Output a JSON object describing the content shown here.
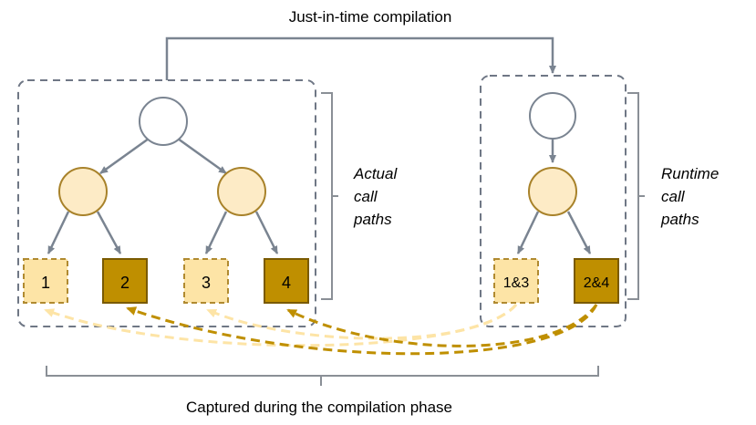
{
  "title": "Just-in-time compilation",
  "footer": "Captured during the compilation phase",
  "left_label": {
    "lines": [
      "Actual",
      "call",
      "paths"
    ]
  },
  "right_label": {
    "lines": [
      "Runtime",
      "call",
      "paths"
    ]
  },
  "left_tree": {
    "leaves": [
      "1",
      "2",
      "3",
      "4"
    ]
  },
  "right_tree": {
    "leaves": [
      "1&3",
      "2&4"
    ]
  },
  "colors": {
    "edge": "#7a8491",
    "dashed_box": "#6f7785",
    "bracket": "#8a8f96",
    "root_fill": "#ffffff",
    "root_stroke": "#7a8491",
    "mid_fill": "#fdebc6",
    "mid_stroke": "#a8822a",
    "light_leaf_fill": "#fde4a6",
    "light_leaf_stroke": "#b08a30",
    "dark_leaf_fill": "#bf8f00",
    "dark_leaf_stroke": "#7a5a00",
    "light_arc": "#fde4a6",
    "dark_arc": "#bf8f00"
  }
}
